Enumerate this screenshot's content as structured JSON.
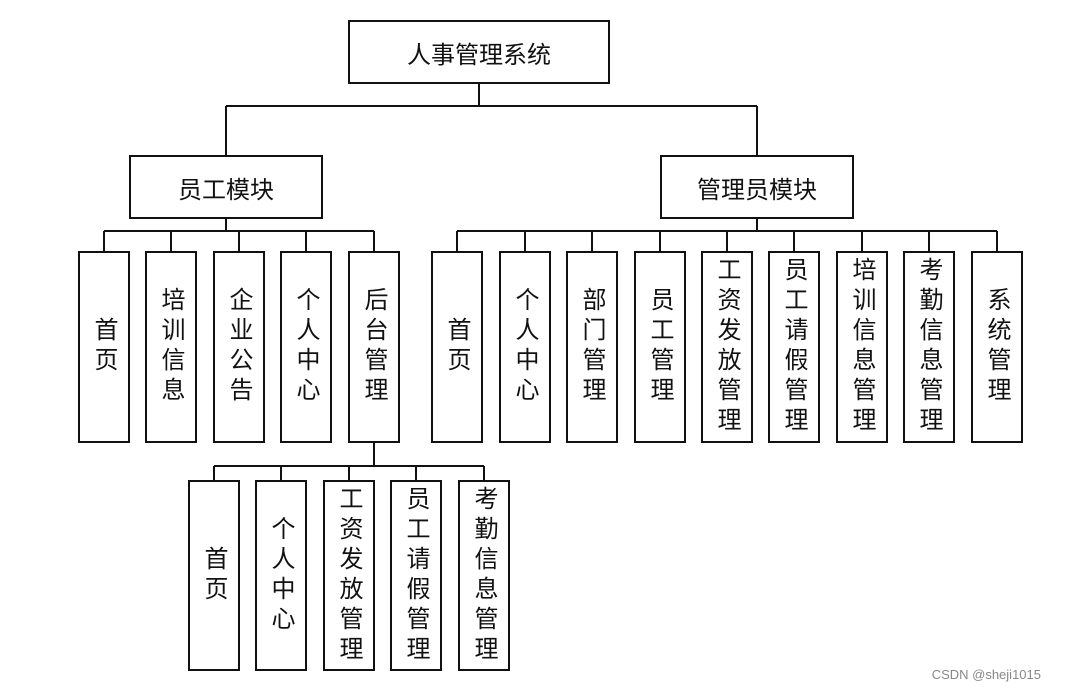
{
  "root": "人事管理系统",
  "employee_module": {
    "title": "员工模块",
    "items": [
      "首页",
      "培训信息",
      "企业公告",
      "个人中心",
      "后台管理"
    ],
    "backend": [
      "首页",
      "个人中心",
      "工资发放管理",
      "员工请假管理",
      "考勤信息管理"
    ]
  },
  "admin_module": {
    "title": "管理员模块",
    "items": [
      "首页",
      "个人中心",
      "部门管理",
      "员工管理",
      "工资发放管理",
      "员工请假管理",
      "培训信息管理",
      "考勤信息管理",
      "系统管理"
    ]
  },
  "watermark": "CSDN @sheji1015"
}
